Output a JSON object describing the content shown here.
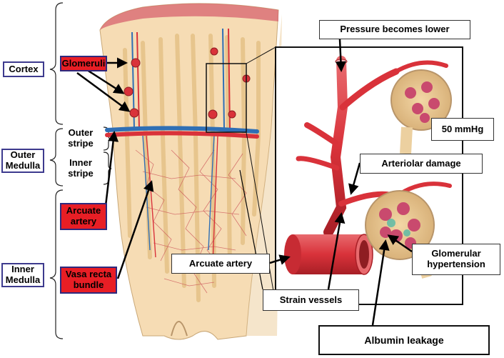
{
  "zones": {
    "cortex": "Cortex",
    "outer_medulla": "Outer\nMedulla",
    "inner_medulla": "Inner\nMedulla",
    "outer_stripe": "Outer\nstripe",
    "inner_stripe": "Inner\nstripe"
  },
  "left_labels": {
    "glomeruli": "Glomeruli",
    "arcuate_artery": "Arcuate\nartery",
    "vasa_recta": "Vasa recta\nbundle"
  },
  "right_labels": {
    "pressure_lower": "Pressure becomes lower",
    "pressure_value": "50 mmHg",
    "arteriolar_damage": "Arteriolar damage",
    "glomerular_hypertension": "Glomerular\nhypertension",
    "arcuate_artery": "Arcuate artery",
    "strain_vessels": "Strain vessels",
    "albumin_leakage": "Albumin leakage"
  },
  "colors": {
    "tissue": "#f6dcb4",
    "tubule": "#eccb95",
    "artery": "#d9323a",
    "vein": "#2f6fb5",
    "label_red": "#e81e25",
    "label_border": "#3d3a8e"
  }
}
